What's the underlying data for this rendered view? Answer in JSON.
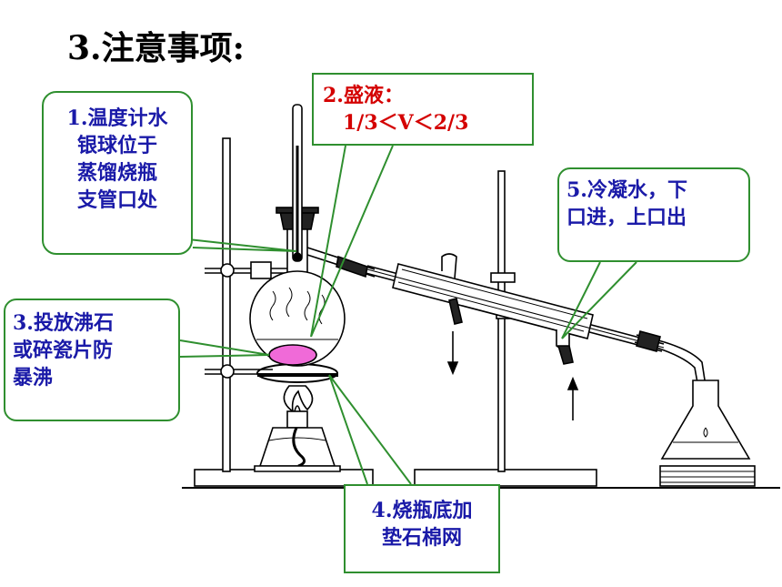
{
  "title": "3.注意事项:",
  "notes": {
    "n1": {
      "lines": [
        "1.温度计水",
        "银球位于",
        "蒸馏烧瓶",
        "支管口处"
      ],
      "color": "#1a1aa8"
    },
    "n2": {
      "lines": [
        "2.盛液：",
        "1/3＜V＜2/3"
      ],
      "color": "#d40000"
    },
    "n3": {
      "lines": [
        "3.投放沸石",
        "或碎瓷片防",
        "暴沸"
      ],
      "color": "#1a1aa8"
    },
    "n4": {
      "lines": [
        "4.烧瓶底加",
        "垫石棉网"
      ],
      "color": "#1a1aa8"
    },
    "n5": {
      "lines": [
        "5.冷凝水，下",
        "口进，上口出"
      ],
      "color": "#1a1aa8"
    }
  },
  "colors": {
    "box_border": "#2f8f2f",
    "boiling_chips": "#f06ad8"
  }
}
